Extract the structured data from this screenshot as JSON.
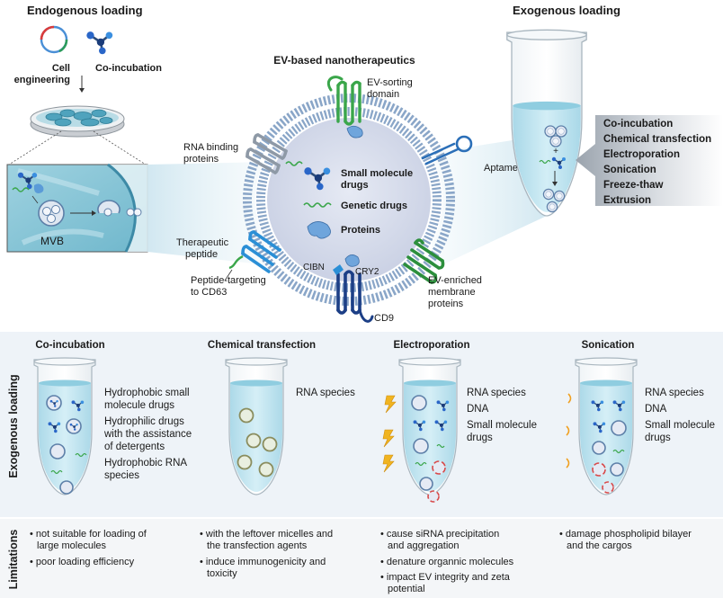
{
  "top": {
    "endogenous_title": "Endogenous loading",
    "cell_engineering_1": "Cell",
    "cell_engineering_2": "engineering",
    "co_incubation": "Co-incubation",
    "mvb": "MVB",
    "exogenous_title": "Exogenous loading",
    "exo_methods": [
      "Co-incubation",
      "Chemical transfection",
      "Electroporation",
      "Sonication",
      "Freeze-thaw",
      "Extrusion"
    ]
  },
  "center": {
    "title": "EV-based nanotherapeutics",
    "ev_sorting_1": "EV-sorting",
    "ev_sorting_2": "domain",
    "rna_binding_1": "RNA binding",
    "rna_binding_2": "proteins",
    "aptamer": "Aptamer",
    "therapeutic_1": "Therapeutic",
    "therapeutic_2": "peptide",
    "peptide_targeting_1": "Peptide-targeting",
    "peptide_targeting_2": "to CD63",
    "cibn": "CIBN",
    "cry2": "CRY2",
    "cd9": "CD9",
    "ev_enriched_1": "EV-enriched",
    "ev_enriched_2": "membrane",
    "ev_enriched_3": "proteins",
    "small_molecule_1": "Small molecule",
    "small_molecule_2": "drugs",
    "genetic_drugs": "Genetic drugs",
    "proteins": "Proteins"
  },
  "bottom": {
    "exo_side_label": "Exogenous loading",
    "lim_side_label": "Limitations",
    "panels": [
      {
        "title": "Co-incubation",
        "cargo": [
          "Hydrophobic small",
          "molecule drugs",
          "Hydrophilic drugs",
          "with the assistance",
          "of detergents",
          "Hydrophobic RNA",
          "species"
        ],
        "limits": [
          "• not suitable for loading of",
          "large molecules",
          "• poor loading efficiency"
        ]
      },
      {
        "title": "Chemical transfection",
        "cargo": [
          "RNA species"
        ],
        "limits": [
          "• with the leftover micelles and",
          "the transfection agents",
          "• induce immunogenicity and",
          "toxicity"
        ]
      },
      {
        "title": "Electroporation",
        "cargo": [
          "RNA species",
          "DNA",
          "Small molecule",
          "drugs"
        ],
        "limits": [
          "• cause siRNA precipitation",
          "and aggregation",
          "• denature organnic molecules",
          "• impact EV integrity and zeta",
          "potential"
        ]
      },
      {
        "title": "Sonication",
        "cargo": [
          "RNA species",
          "DNA",
          "Small molecule",
          "drugs"
        ],
        "limits": [
          "• damage phospholipid bilayer",
          "and the cargos"
        ]
      }
    ]
  },
  "colors": {
    "membrane_blue": "#8aa6c8",
    "lumen": "#d6dcec",
    "green_protein": "#3aa64a",
    "blue_protein": "#2b6fb8",
    "navy_protein": "#1c3f86",
    "tube_liquid": "#bde2ee",
    "panel_bg": "#eef3f8"
  }
}
